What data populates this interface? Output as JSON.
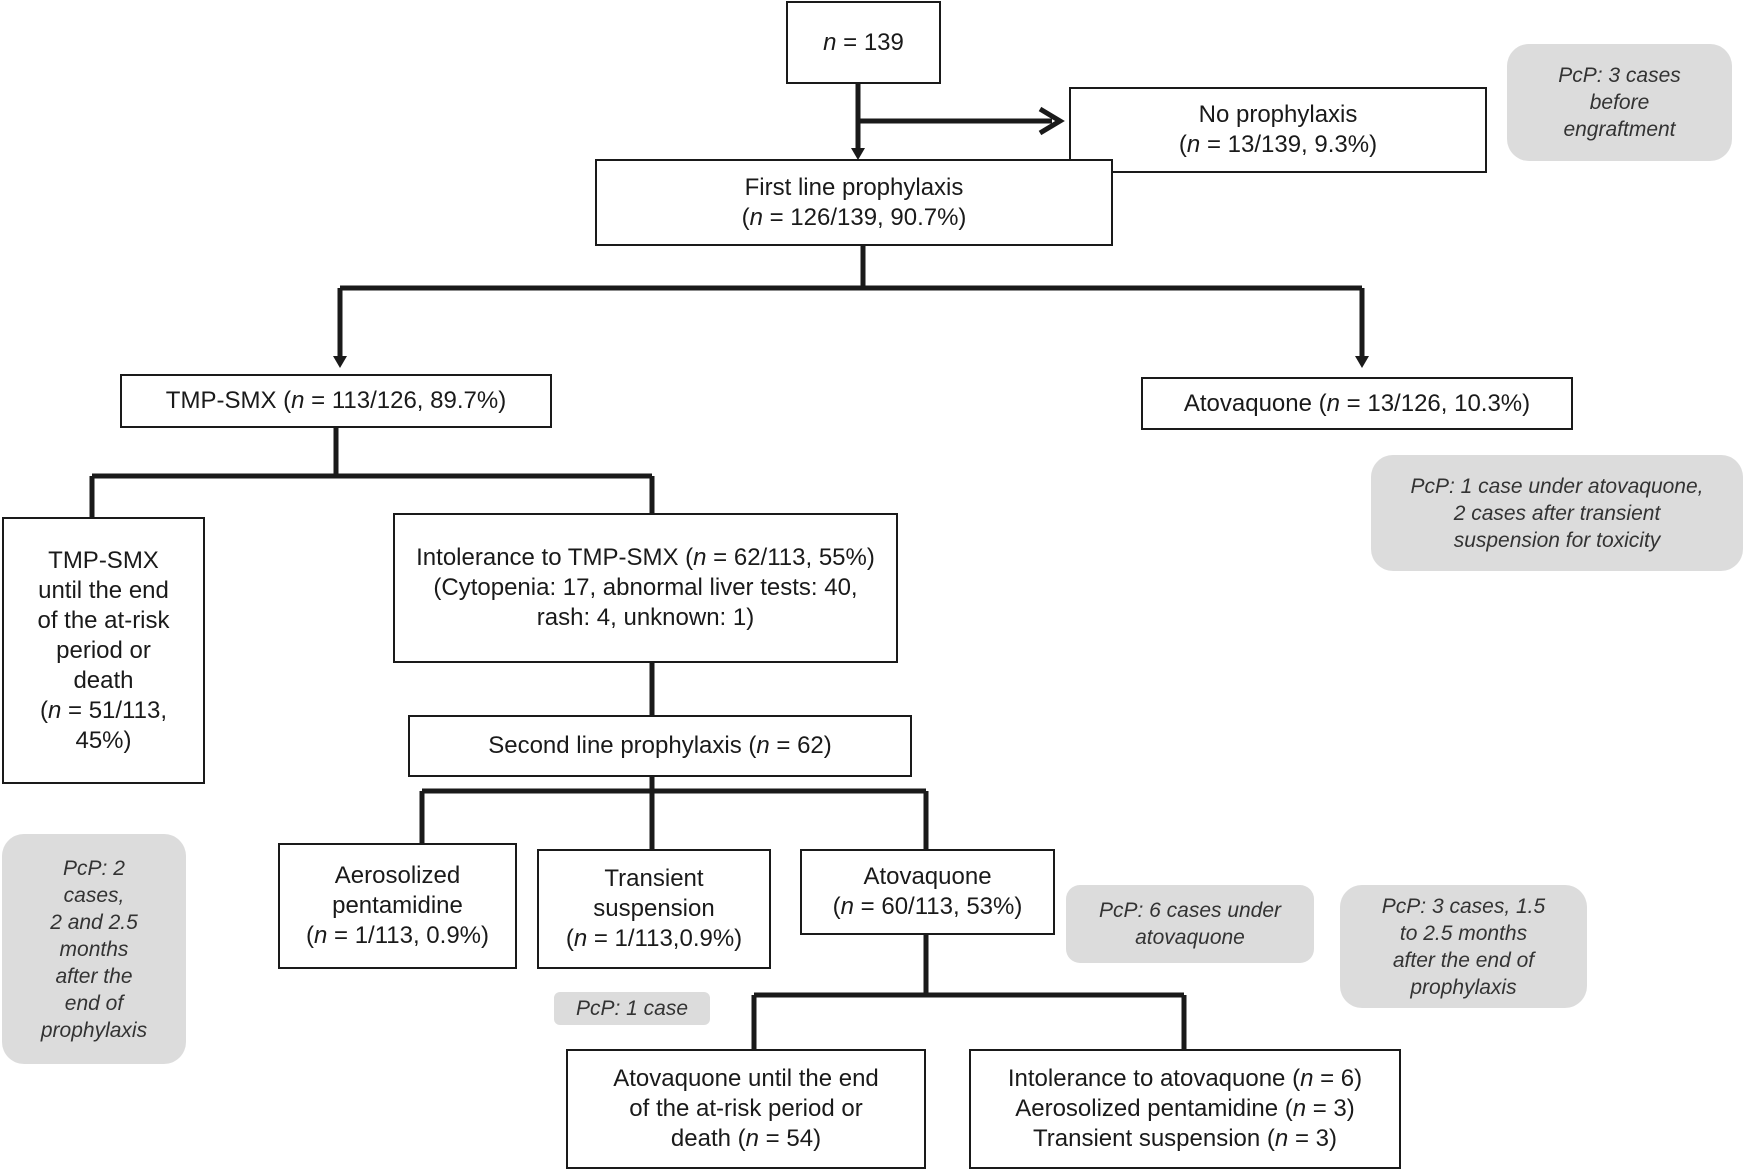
{
  "nodes": {
    "root": [
      "n = 139"
    ],
    "no_prophylaxis": [
      "No prophylaxis",
      "(n  = 13/139, 9.3%)"
    ],
    "first_line": [
      "First line prophylaxis",
      "(n = 126/139, 90.7%)"
    ],
    "tmp_smx": [
      "TMP-SMX (n = 113/126, 89.7%)"
    ],
    "atovaquone_first": [
      "Atovaquone (n  = 13/126, 10.3%)"
    ],
    "tmp_smx_until_end": [
      "TMP-SMX",
      "until the end",
      "of the at-risk",
      "period or",
      "death",
      "(n = 51/113,",
      "45%)"
    ],
    "intolerance_tmp_smx": [
      "Intolerance to TMP-SMX (n = 62/113, 55%)",
      "(Cytopenia: 17, abnormal liver tests: 40,",
      "rash: 4, unknown: 1)"
    ],
    "second_line": [
      "Second line prophylaxis (n = 62)"
    ],
    "aerosolized_pentamidine": [
      "Aerosolized",
      "pentamidine",
      "(n = 1/113, 0.9%)"
    ],
    "transient_suspension": [
      "Transient",
      "suspension",
      "(n = 1/113,0.9%)"
    ],
    "atovaquone_second": [
      "Atovaquone",
      "(n = 60/113, 53%)"
    ],
    "atovaquone_until_end": [
      "Atovaquone until the end",
      "of the at-risk period or",
      "death (n = 54)"
    ],
    "intolerance_atovaquone": [
      "Intolerance to atovaquone (n = 6)",
      "Aerosolized pentamidine (n = 3)",
      "Transient suspension (n = 3)"
    ]
  },
  "notes": {
    "before_engraftment": [
      "PcP: 3 cases",
      "before",
      "engraftment"
    ],
    "atovaquone_first": [
      "PcP: 1 case under atovaquone,",
      "2 cases after transient",
      "suspension for toxicity"
    ],
    "after_tmp_smx": [
      "PcP: 2",
      "cases,",
      "2 and 2.5",
      "months",
      "after the",
      "end of",
      "prophylaxis"
    ],
    "transient_suspension": [
      "PcP: 1 case"
    ],
    "under_atovaquone": [
      "PcP: 6 cases under",
      "atovaquone"
    ],
    "after_atovaquone": [
      "PcP: 3  cases, 1.5",
      "to 2.5 months",
      "after the end of",
      "prophylaxis"
    ]
  },
  "colors": {
    "line": "#1a1a1a",
    "note_fill": "#dcdcdc",
    "box_border": "#1a1a1a"
  }
}
